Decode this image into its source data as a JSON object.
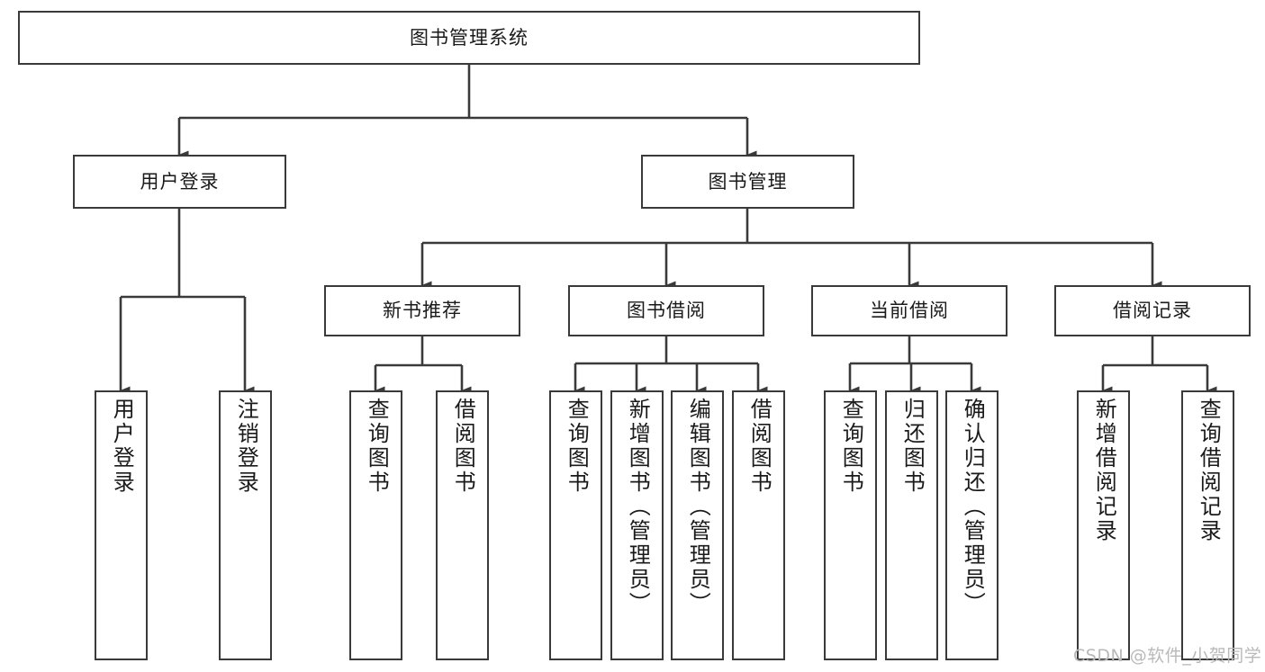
{
  "diagram": {
    "type": "tree-hierarchy-chart",
    "root": {
      "id": "root",
      "label": "图书管理系统"
    },
    "level1": [
      {
        "id": "user-login",
        "label": "用户登录"
      },
      {
        "id": "book-manage",
        "label": "图书管理"
      }
    ],
    "level2": [
      {
        "id": "new-book-rec",
        "label": "新书推荐",
        "parent": "book-manage"
      },
      {
        "id": "book-borrow",
        "label": "图书借阅",
        "parent": "book-manage"
      },
      {
        "id": "current-borrow",
        "label": "当前借阅",
        "parent": "book-manage"
      },
      {
        "id": "borrow-record",
        "label": "借阅记录",
        "parent": "book-manage"
      }
    ],
    "leaves": [
      {
        "id": "leaf-user-login",
        "label": "用户登录",
        "parent": "user-login"
      },
      {
        "id": "leaf-user-logout",
        "label": "注销登录",
        "parent": "user-login"
      },
      {
        "id": "leaf-query-book-1",
        "label": "查询图书",
        "parent": "new-book-rec"
      },
      {
        "id": "leaf-borrow-book-1",
        "label": "借阅图书",
        "parent": "new-book-rec"
      },
      {
        "id": "leaf-query-book-2",
        "label": "查询图书",
        "parent": "book-borrow"
      },
      {
        "id": "leaf-add-book",
        "label": "新增图书（管理员）",
        "parent": "book-borrow"
      },
      {
        "id": "leaf-edit-book",
        "label": "编辑图书（管理员）",
        "parent": "book-borrow"
      },
      {
        "id": "leaf-borrow-book-2",
        "label": "借阅图书",
        "parent": "book-borrow"
      },
      {
        "id": "leaf-query-book-3",
        "label": "查询图书",
        "parent": "current-borrow"
      },
      {
        "id": "leaf-return-book",
        "label": "归还图书",
        "parent": "current-borrow"
      },
      {
        "id": "leaf-confirm-return",
        "label": "确认归还（管理员）",
        "parent": "current-borrow"
      },
      {
        "id": "leaf-add-record",
        "label": "新增借阅记录",
        "parent": "borrow-record"
      },
      {
        "id": "leaf-query-record",
        "label": "查询借阅记录",
        "parent": "borrow-record"
      }
    ]
  },
  "watermark": {
    "text": "CSDN @软件_小贺同学"
  },
  "colors": {
    "border": "#3a3a3a",
    "background": "#ffffff",
    "text": "#1a1a1a",
    "watermark": "#b9b9b9"
  }
}
